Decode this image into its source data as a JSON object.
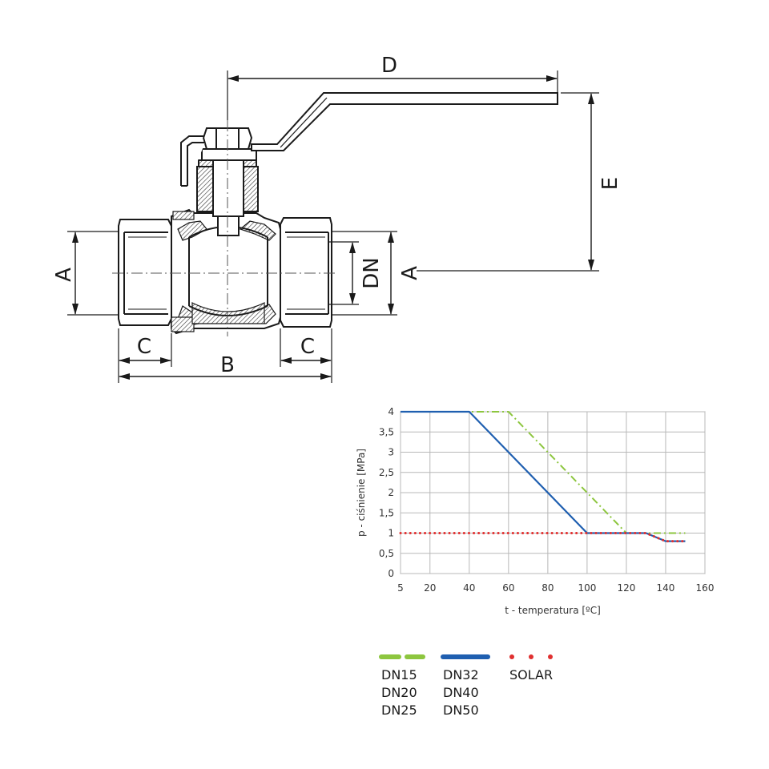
{
  "drawing": {
    "labels": {
      "a_left": "A",
      "a_right": "A",
      "b": "B",
      "c_left": "C",
      "c_right": "C",
      "d": "D",
      "e": "E",
      "dn": "DN"
    }
  },
  "chart_data": {
    "type": "line",
    "xlabel": "t - temperatura [ºC]",
    "ylabel": "p - ciśnienie [MPa]",
    "xlim": [
      5,
      160
    ],
    "ylim": [
      0,
      4
    ],
    "x_ticks": [
      5,
      20,
      40,
      60,
      80,
      100,
      120,
      140,
      160
    ],
    "y_ticks": [
      0,
      0.5,
      1,
      1.5,
      2,
      2.5,
      3,
      3.5,
      4
    ],
    "x_tick_labels": [
      "5",
      "20",
      "40",
      "60",
      "80",
      "100",
      "120",
      "140",
      "160"
    ],
    "y_tick_labels": [
      "0",
      "0,5",
      "1",
      "1,5",
      "2",
      "2,5",
      "3",
      "3,5",
      "4"
    ],
    "grid": true,
    "legend_position": "bottom",
    "series": [
      {
        "name_lines": [
          "DN15",
          "DN20",
          "DN25"
        ],
        "color": "#8dc63f",
        "style": "dash-dot",
        "x": [
          5,
          60,
          120,
          150
        ],
        "y": [
          4,
          4,
          1,
          1
        ]
      },
      {
        "name_lines": [
          "DN32",
          "DN40",
          "DN50"
        ],
        "color": "#1f5fb0",
        "style": "solid",
        "x": [
          5,
          40,
          100,
          130,
          140,
          150
        ],
        "y": [
          4,
          4,
          1,
          1,
          0.8,
          0.8
        ]
      },
      {
        "name_lines": [
          "SOLAR"
        ],
        "color": "#e03030",
        "style": "dotted",
        "x": [
          5,
          130,
          140,
          150
        ],
        "y": [
          1,
          1,
          0.8,
          0.8
        ]
      }
    ]
  }
}
